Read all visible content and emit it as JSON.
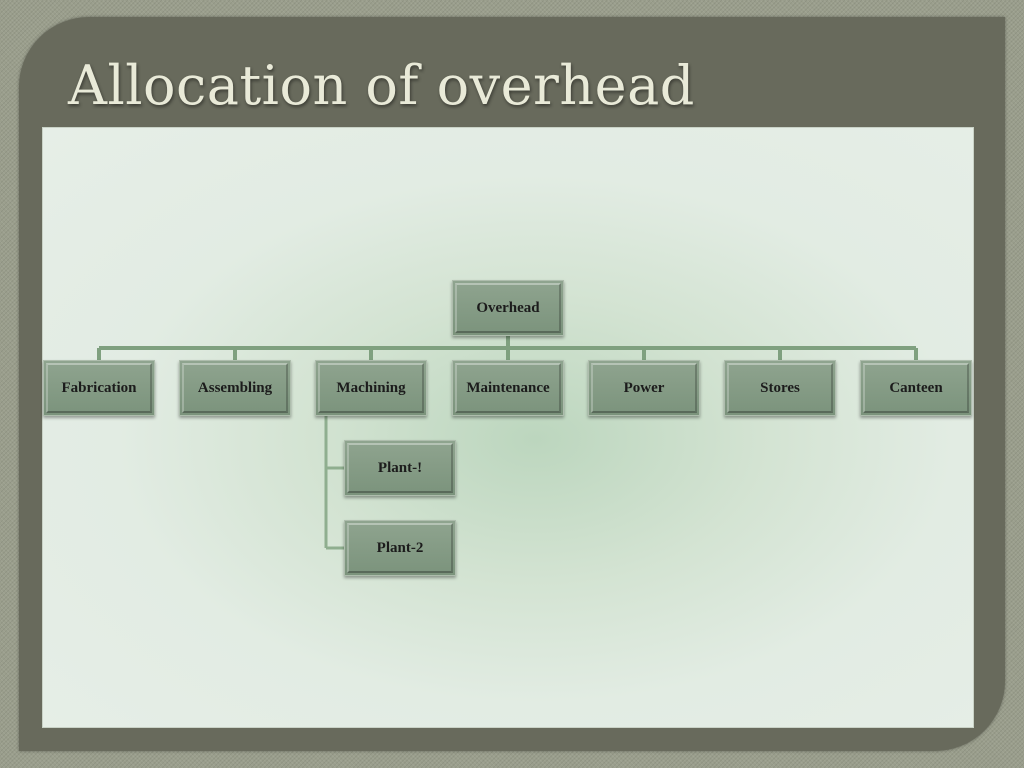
{
  "slide": {
    "title": "Allocation of overhead"
  },
  "diagram": {
    "root": "Overhead",
    "departments": [
      "Fabrication",
      "Assembling",
      "Machining",
      "Maintenance",
      "Power",
      "Stores",
      "Canteen"
    ],
    "machining_children": [
      "Plant-!",
      "Plant-2"
    ]
  },
  "colors": {
    "node_fill": "#7f967f",
    "connector": "#7fa07f",
    "frame": "#686a5c",
    "title": "#e9ead8"
  }
}
